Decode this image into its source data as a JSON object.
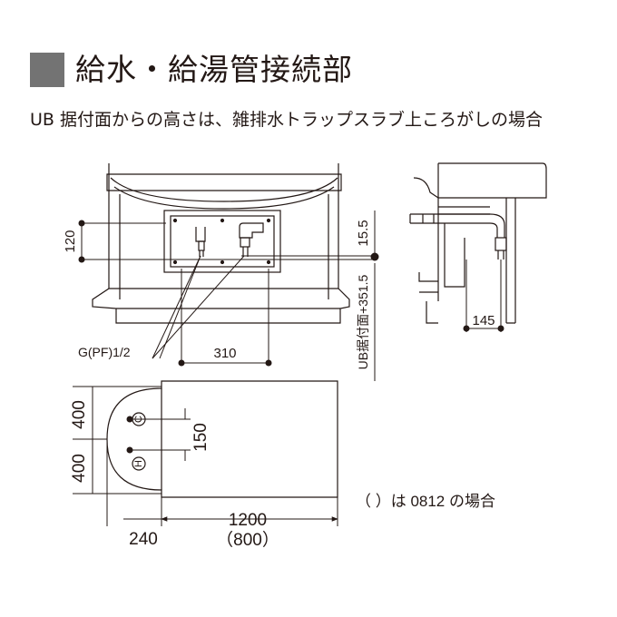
{
  "header": {
    "title": "給水・給湯管接続部",
    "subtitle": "UB 据付面からの高さは、雑排水トラップスラブ上ころがしの場合"
  },
  "front_view": {
    "dim_vertical": "120",
    "dim_right_top": "15.5",
    "dim_right_long": "UB据付面+351.5",
    "dim_bottom": "310",
    "pipe_label": "G(PF)1/2"
  },
  "side_view": {
    "dim": "145"
  },
  "plan_view": {
    "dim_upper": "400",
    "dim_lower": "400",
    "dim_pitch": "150",
    "marker_cold": "C",
    "marker_hot": "H",
    "dim_offset": "240",
    "dim_width": "1200",
    "dim_width_alt": "（800）"
  },
  "note": "（ ）は 0812 の場合",
  "colors": {
    "line": "#231815",
    "title_square": "#737373"
  }
}
